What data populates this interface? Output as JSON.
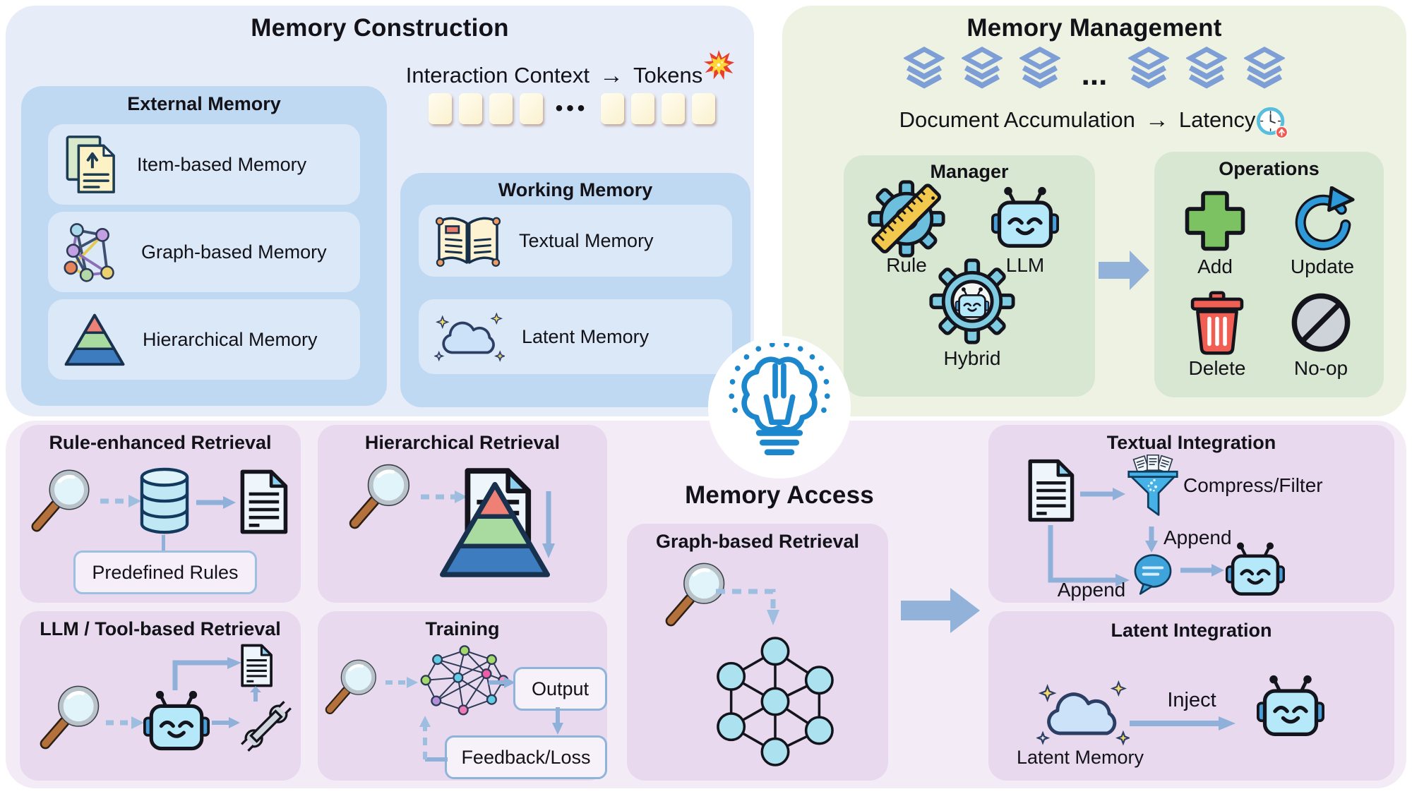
{
  "construction": {
    "title": "Memory Construction",
    "context": {
      "left": "Interaction Context",
      "arrow": "→",
      "right": "Tokens",
      "burst_icon": "explosion-icon"
    },
    "tokens_dots": "•••",
    "external": {
      "title": "External Memory",
      "items": [
        {
          "label": "Item-based Memory",
          "icon": "stacked-pages-icon"
        },
        {
          "label": "Graph-based Memory",
          "icon": "colorful-network-icon"
        },
        {
          "label": "Hierarchical Memory",
          "icon": "pyramid-icon"
        }
      ]
    },
    "working": {
      "title": "Working Memory",
      "items": [
        {
          "label": "Textual Memory",
          "icon": "open-book-icon"
        },
        {
          "label": "Latent Memory",
          "icon": "sparkle-cloud-icon"
        }
      ]
    }
  },
  "management": {
    "title": "Memory Management",
    "layers_dots": "...",
    "accum": {
      "left": "Document Accumulation",
      "arrow": "→",
      "right": "Latency",
      "clock_icon": "alarm-clock-icon"
    },
    "manager": {
      "title": "Manager",
      "items": [
        {
          "label": "Rule",
          "icon": "gear-ruler-icon"
        },
        {
          "label": "LLM",
          "icon": "robot-icon"
        },
        {
          "label": "Hybrid",
          "icon": "gear-robot-icon"
        }
      ]
    },
    "operations": {
      "title": "Operations",
      "items": [
        {
          "label": "Add",
          "icon": "plus-icon"
        },
        {
          "label": "Update",
          "icon": "circular-arrow-icon"
        },
        {
          "label": "Delete",
          "icon": "trash-icon"
        },
        {
          "label": "No-op",
          "icon": "no-entry-icon"
        }
      ]
    }
  },
  "access": {
    "title": "Memory Access",
    "rule": {
      "title": "Rule-enhanced Retrieval",
      "note": "Predefined Rules"
    },
    "hier": {
      "title": "Hierarchical Retrieval"
    },
    "llm": {
      "title": "LLM / Tool-based Retrieval"
    },
    "training": {
      "title": "Training",
      "output": "Output",
      "feedback": "Feedback/Loss"
    },
    "graph": {
      "title": "Graph-based Retrieval"
    },
    "textual": {
      "title": "Textual Integration",
      "compress": "Compress/Filter",
      "append_top": "Append",
      "append_bottom": "Append"
    },
    "latent": {
      "title": "Latent Integration",
      "inject": "Inject",
      "cloud": "Latent Memory"
    }
  },
  "colors": {
    "construction_panel": "#e7ecf9",
    "management_panel": "#edf2e2",
    "access_panel": "#f3ecf7",
    "blue_box": "#c0d9f2",
    "blue_row": "#dbe8f7",
    "green_box": "#d8e7d1",
    "purple_box": "#e8d9ee",
    "flow_arrow": "#8fb0d8",
    "block_arrow": "#92b2d9",
    "layers_icon": "#7e9ed6",
    "brain_blue": "#1d87cd",
    "token_fill": "#fbf1cf"
  }
}
